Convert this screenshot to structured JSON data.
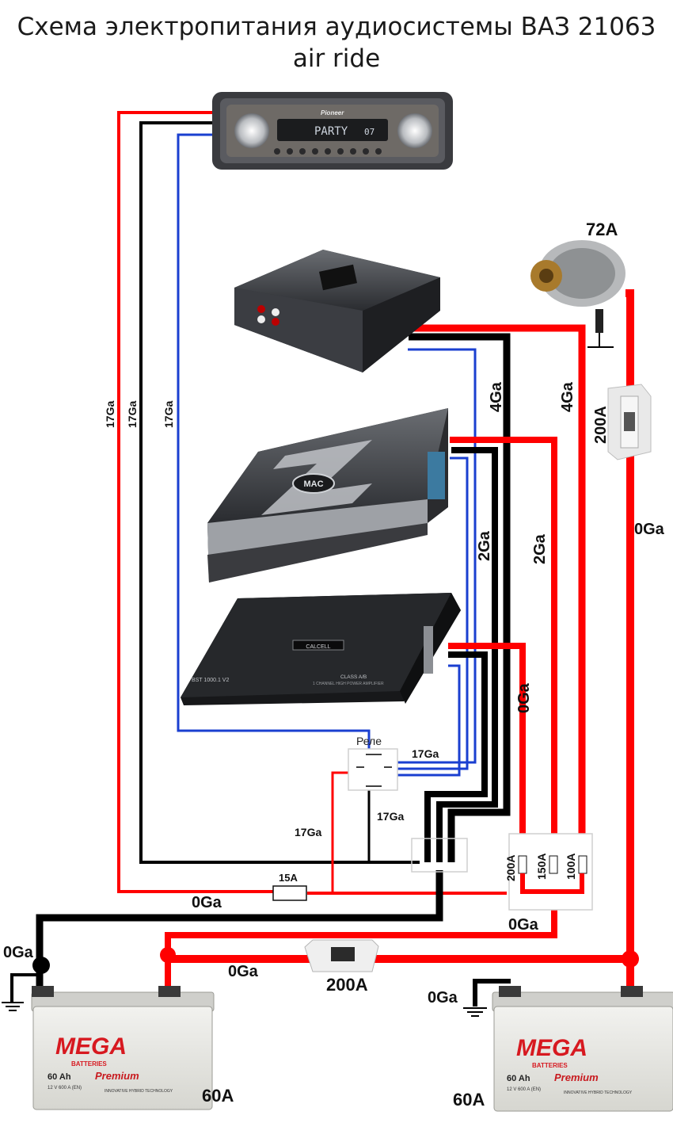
{
  "title": {
    "line1": "Схема электропитания аудиосистемы ВАЗ 21063",
    "line2": "air ride"
  },
  "head_unit": {
    "brand": "Pioneer",
    "display": "PARTY",
    "display_num": "07"
  },
  "amps": {
    "mac_logo": "MAC",
    "calcell_logo": "CALCELL",
    "calcell_model": "BST 1000.1 V2",
    "calcell_class": "CLASS A/B",
    "calcell_desc": "1 CHANNEL HIGH POWER AMPLIFIER"
  },
  "alternator": {
    "rating": "72A"
  },
  "relay": {
    "label": "Реле"
  },
  "fuses": {
    "main_alt": "200A",
    "between_batteries": "200A",
    "head_unit": "15A",
    "block": [
      "200A",
      "150A",
      "100A"
    ]
  },
  "wire_labels": {
    "left_red": "17Ga",
    "left_black": "17Ga",
    "left_blue": "17Ga",
    "amp1_black": "4Ga",
    "amp1_red": "4Ga",
    "amp2_black": "2Ga",
    "amp2_red": "2Ga",
    "amp3_red": "0Ga",
    "alt_red": "0Ga",
    "relay_right": "17Ga",
    "relay_bottom": "17Ga",
    "relay_left": "17Ga",
    "ground_main": "0Ga",
    "block_bottom": "0Ga",
    "battery_link": "0Ga",
    "left_ground": "0Ga",
    "right_ground": "0Ga"
  },
  "batteries": [
    {
      "brand": "MEGA",
      "sub": "BATTERIES",
      "line": "Premium",
      "capacity": "60 Ah",
      "spec": "12 V  600 A (EN)",
      "tech": "INNOVATIVE HYBRID TECHNOLOGY",
      "rating": "60A"
    },
    {
      "brand": "MEGA",
      "sub": "BATTERIES",
      "line": "Premium",
      "capacity": "60 Ah",
      "spec": "12 V  600 A (EN)",
      "tech": "INNOVATIVE HYBRID TECHNOLOGY",
      "rating": "60A"
    }
  ],
  "colors": {
    "power": "#ff0000",
    "ground": "#000000",
    "remote": "#1a3fd0"
  }
}
